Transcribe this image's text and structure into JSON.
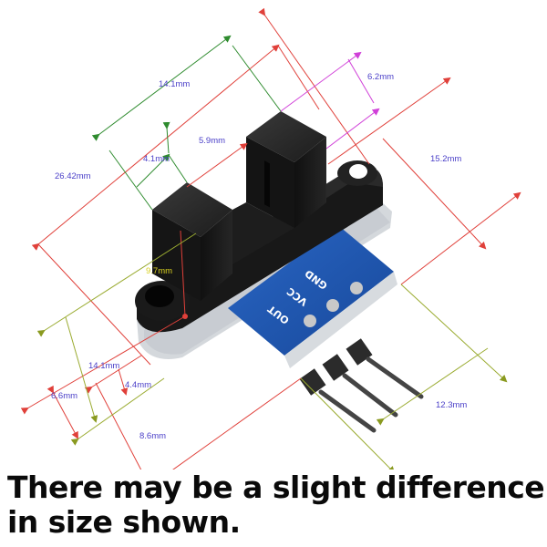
{
  "product": {
    "name": "IR slot-type optocoupler sensor module",
    "pin_labels": [
      "OUT",
      "VCC",
      "GND"
    ],
    "colors": {
      "housing": "#141414",
      "pcb": "#1e56b0",
      "pcb_edge": "#d9dde0",
      "pins": "#2b2b2b",
      "dim_red": "#e0403a",
      "dim_green": "#2e8b2e",
      "dim_magenta": "#d040d8",
      "dim_olive": "#9aab30",
      "label_text": "#4a3fc8",
      "label_yellow": "#d8d020"
    }
  },
  "dimensions": {
    "total_length": "26.42mm",
    "overall_span": "14.1mm",
    "slot_pitch": "5.9mm",
    "tower_width": "4.1mm",
    "tower_depth": "6.2mm",
    "height": "15.2mm",
    "mount_offset": "9.7mm",
    "base_width": "14.1mm",
    "base_thickness": "4.4mm",
    "flange_height": "6.6mm",
    "pcb_offset": "8.6mm",
    "pin_length": "12.3mm"
  },
  "caption": {
    "line1": "There may be a slight difference",
    "line2": "in size shown."
  }
}
